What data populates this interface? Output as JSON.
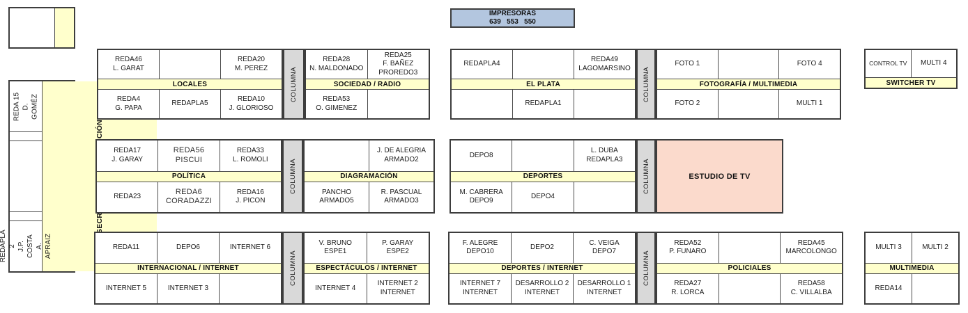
{
  "colors": {
    "band_yellow": "#FFFFCC",
    "columna_gray": "#D9D9D9",
    "printers_blue": "#B3C6DF",
    "studio_pink": "#FBDACC",
    "border_dark": "#3d3d3d"
  },
  "columna_label": "COLUMNA",
  "printers_box": {
    "title": "IMPRESORAS",
    "numbers": "639   553   550"
  },
  "left_panel": {
    "desk_top": "REDA 15\nD. GOMÉZ",
    "desk_bottom": "REDAPLA 2\nJ.P. COSTA\nA. APRAIZ",
    "secretarios_label": "SECRETARIOS DE REDACCIÓN"
  },
  "groups": {
    "locales": {
      "title": "LOCALES",
      "top": [
        "REDA46\nL. GARAT",
        "",
        "REDA20\nM. PEREZ"
      ],
      "bottom": [
        "REDA4\nG. PAPA",
        "REDAPLA5",
        "REDA10\nJ. GLORIOSO"
      ]
    },
    "sociedad": {
      "title": "SOCIEDAD / RADIO",
      "top": [
        "REDA28\nN. MALDONADO",
        "REDA25\nF. BAÑEZ\nPROREDO3"
      ],
      "bottom": [
        "REDA53\nO. GIMENEZ",
        ""
      ]
    },
    "elplata": {
      "title": "EL PLATA",
      "top": [
        "REDAPLA4",
        "",
        "REDA49\nLAGOMARSINO"
      ],
      "bottom": [
        "",
        "REDAPLA1",
        ""
      ]
    },
    "fotografia": {
      "title": "FOTOGRAFÍA / MULTIMEDIA",
      "top": [
        "FOTO 1",
        "",
        "FOTO 4"
      ],
      "bottom": [
        "FOTO 2",
        "",
        "MULTI 1"
      ]
    },
    "switcher": {
      "title": "SWITCHER TV",
      "top": [
        "CONTROL TV",
        "MULTI 4"
      ]
    },
    "politica": {
      "title": "POLÍTICA",
      "top": [
        "REDA17\nJ. GARAY",
        "REDA56\nPISCUI",
        "REDA33\nL. ROMOLI"
      ],
      "bottom": [
        "REDA23",
        "REDA6\nCORADAZZI",
        "REDA16\nJ. PICON"
      ]
    },
    "diagramacion": {
      "title": "DIAGRAMACIÓN",
      "top": [
        "",
        "J. DE ALEGRIA\nARMADO2"
      ],
      "bottom": [
        "PANCHO\nARMADO5",
        "R. PASCUAL\nARMADO3"
      ]
    },
    "deportes": {
      "title": "DEPORTES",
      "top": [
        "DEPO8",
        "",
        "L. DUBA\nREDAPLA3"
      ],
      "bottom": [
        "M. CABRERA\nDEPO9",
        "DEPO4",
        ""
      ]
    },
    "estudio": {
      "title": "ESTUDIO DE TV"
    },
    "internacional": {
      "title": "INTERNACIONAL / INTERNET",
      "top": [
        "REDA11",
        "DEPO6",
        "INTERNET 6"
      ],
      "bottom": [
        "INTERNET 5",
        "INTERNET 3",
        ""
      ]
    },
    "espectaculos": {
      "title": "ESPECTÁCULOS / INTERNET",
      "top": [
        "V. BRUNO\nESPE1",
        "P. GARAY\nESPE2"
      ],
      "bottom": [
        "INTERNET 4",
        "INTERNET 2\nINTERNET"
      ]
    },
    "deportes_internet": {
      "title": "DEPORTES / INTERNET",
      "top": [
        "F. ALEGRE\nDEPO10",
        "DEPO2",
        "C. VEIGA\nDEPO7"
      ],
      "bottom": [
        "INTERNET 7\nINTERNET",
        "DESARROLLO 2\nINTERNET",
        "DESARROLLO 1\nINTERNET"
      ]
    },
    "policiales": {
      "title": "POLICIALES",
      "top": [
        "REDA52\nP. FUNARO",
        "",
        "REDA45\nMARCOLONGO"
      ],
      "bottom": [
        "REDA27\nR. LORCA",
        "",
        "REDA58\nC. VILLALBA"
      ]
    },
    "multimedia": {
      "title": "MULTIMEDIA",
      "top": [
        "MULTI 3",
        "MULTI 2"
      ],
      "bottom": [
        "REDA14",
        ""
      ]
    }
  }
}
